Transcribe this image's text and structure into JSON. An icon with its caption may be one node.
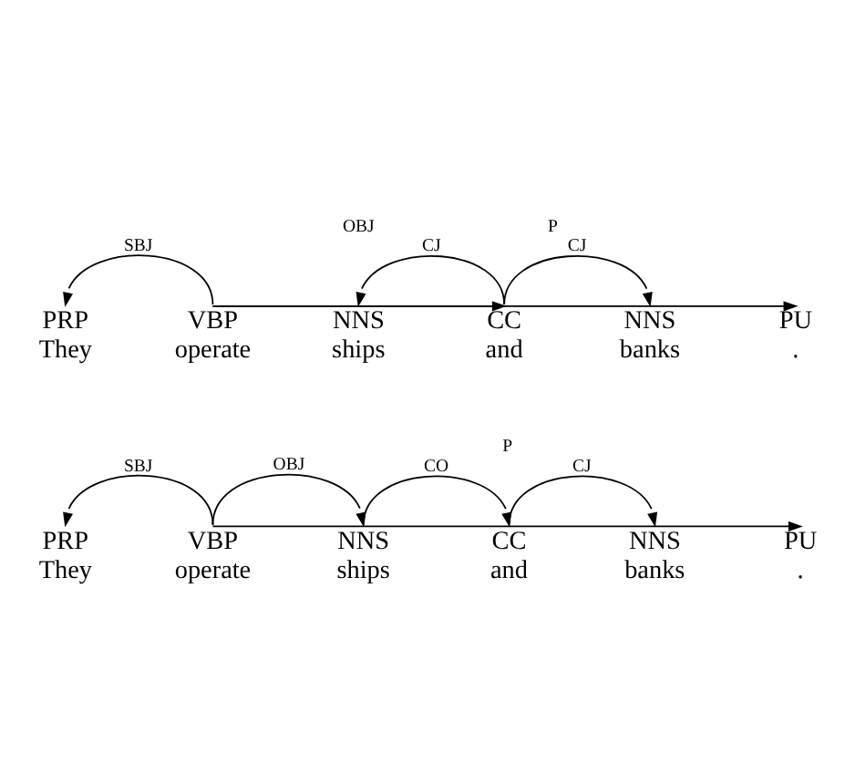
{
  "diagram": {
    "nodes": [
      {
        "text": [
          "PRP",
          "They"
        ]
      },
      {
        "text": [
          "VBP",
          "operate"
        ]
      },
      {
        "text": [
          "NNS",
          "ships"
        ]
      },
      {
        "text": [
          "CC",
          "and"
        ]
      },
      {
        "text": [
          "NNS",
          "banks"
        ]
      },
      {
        "text": [
          "PU",
          "."
        ]
      },
      {
        "text": [
          "PRP",
          "They"
        ]
      },
      {
        "text": [
          "VBP",
          "operate"
        ]
      },
      {
        "text": [
          "NNS",
          "ships"
        ]
      },
      {
        "text": [
          "CC",
          "and"
        ]
      },
      {
        "text": [
          "NNS",
          "banks"
        ]
      },
      {
        "text": [
          "PU",
          "."
        ]
      }
    ],
    "edges": [
      {
        "from": 1,
        "to": 0,
        "arrow": "to",
        "label": "SBJ"
      },
      {
        "from": 1,
        "to": 3,
        "arrow": "to",
        "label": "OBJ"
      },
      {
        "from": 3,
        "to": 2,
        "arrow": "to",
        "label": "CJ"
      },
      {
        "from": 3,
        "to": 4,
        "arrow": "to",
        "label": "CJ"
      },
      {
        "from": 1,
        "to": 5,
        "arrow": "to",
        "label": "P"
      },
      {
        "from": 7,
        "to": 6,
        "arrow": "to",
        "label": "SBJ"
      },
      {
        "from": 7,
        "to": 8,
        "arrow": "to",
        "label": "OBJ"
      },
      {
        "from": 8,
        "to": 9,
        "arrow": "to",
        "label": "CO"
      },
      {
        "from": 9,
        "to": 10,
        "arrow": "to",
        "label": "CJ"
      },
      {
        "from": 7,
        "to": 11,
        "arrow": "to",
        "label": "P"
      }
    ]
  }
}
